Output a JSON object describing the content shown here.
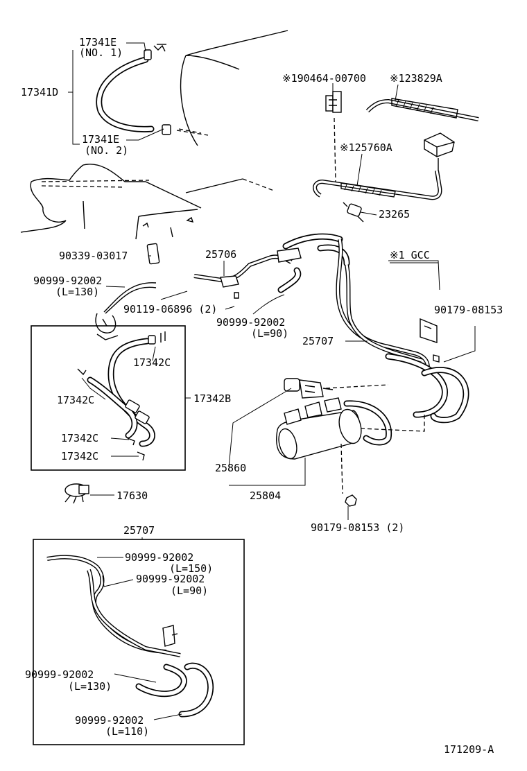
{
  "labels": {
    "p17341E_1": "17341E",
    "no1": "(NO. 1)",
    "p17341D": "17341D",
    "p17341E_2": "17341E",
    "no2": "(NO. 2)",
    "p190464": "※190464-00700",
    "p123829A": "※123829A",
    "p125760A": "※125760A",
    "p23265": "23265",
    "p90339": "90339-03017",
    "p25706": "25706",
    "gcc": "※1 GCC",
    "p90999_top": "90999-92002",
    "l130_top": "(L=130)",
    "p90119": "90119-06896 (2)",
    "p90999_mid": "90999-92002",
    "l90_mid": "(L=90)",
    "p90179_r": "90179-08153",
    "p25707_r": "25707",
    "p17342C_a": "17342C",
    "p17342C_b": "17342C",
    "p17342B": "17342B",
    "p17342C_c": "17342C",
    "p17342C_d": "17342C",
    "p25860": "25860",
    "p25804": "25804",
    "p17630": "17630",
    "p90179_b": "90179-08153 (2)",
    "p25707_box": "25707",
    "p90999_b1": "90999-92002",
    "l150": "(L=150)",
    "p90999_b2": "90999-92002",
    "l90_b": "(L=90)",
    "p90999_b3": "90999-92002",
    "l130_b": "(L=130)",
    "p90999_b4": "90999-92002",
    "l110": "(L=110)",
    "figure_id": "171209-A"
  }
}
